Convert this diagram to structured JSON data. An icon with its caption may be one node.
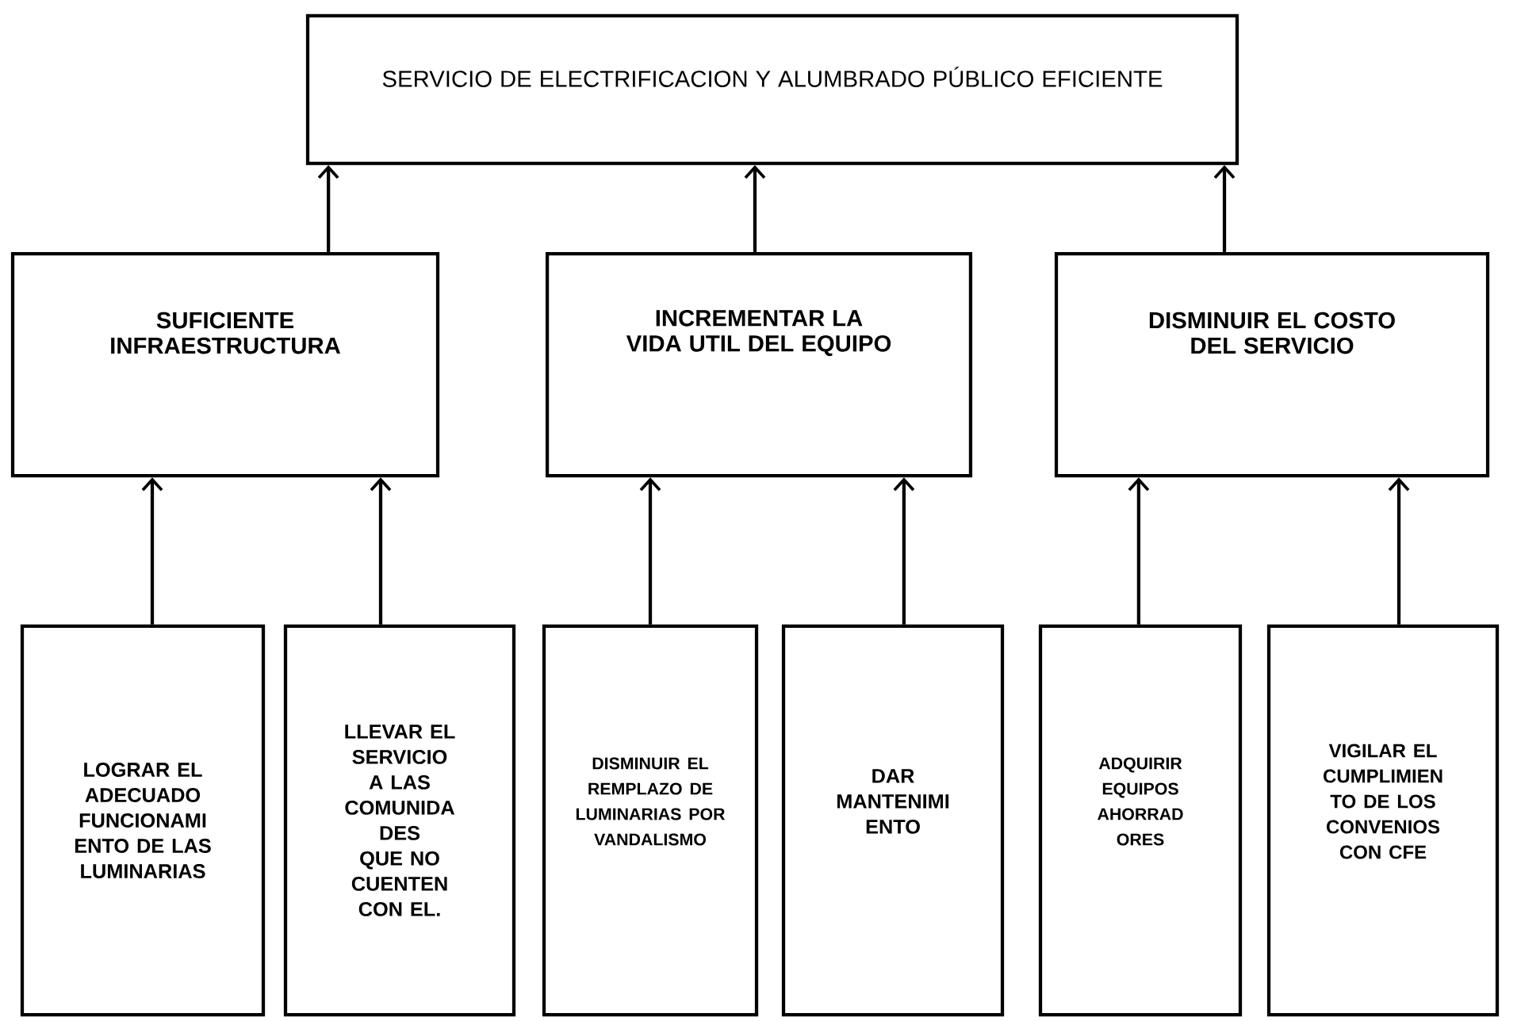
{
  "diagram": {
    "nodes": [
      {
        "text": [
          "SERVICIO DE ELECTRIFICACION Y ALUMBRADO PÚBLICO EFICIENTE"
        ]
      },
      {
        "text": [
          "SUFICIENTE INFRAESTRUCTURA"
        ]
      },
      {
        "text": [
          "INCREMENTAR LA VIDA UTIL DEL EQUIPO"
        ]
      },
      {
        "text": [
          "DISMINUIR EL COSTO DEL SERVICIO"
        ]
      },
      {
        "text": [
          "LOGRAR EL ADECUADO FUNCIONAMI ENTO DE LAS LUMINARIAS"
        ]
      },
      {
        "text": [
          "LLEVAR EL SERVICIO A LAS COMUNIDA DES QUE NO CUENTEN CON EL."
        ]
      },
      {
        "text": [
          "DISMINUIR EL REMPLAZO DE LUMINARIAS POR VANDALISMO"
        ]
      },
      {
        "text": [
          "DAR MANTENIMI ENTO"
        ]
      },
      {
        "text": [
          "ADQUIRIR EQUIPOS AHORRAD ORES"
        ]
      },
      {
        "text": [
          "VIGILAR EL CUMPLIMIEN TO DE LOS CONVENIOS CON CFE"
        ]
      }
    ],
    "edges": [
      {
        "from": 1,
        "to": 0,
        "arrow": "to"
      },
      {
        "from": 2,
        "to": 0,
        "arrow": "to"
      },
      {
        "from": 3,
        "to": 0,
        "arrow": "to"
      },
      {
        "from": 4,
        "to": 1,
        "arrow": "to"
      },
      {
        "from": 5,
        "to": 1,
        "arrow": "to"
      },
      {
        "from": 6,
        "to": 2,
        "arrow": "to"
      },
      {
        "from": 7,
        "to": 2,
        "arrow": "to"
      },
      {
        "from": 8,
        "to": 3,
        "arrow": "to"
      },
      {
        "from": 9,
        "to": 3,
        "arrow": "to"
      }
    ]
  }
}
